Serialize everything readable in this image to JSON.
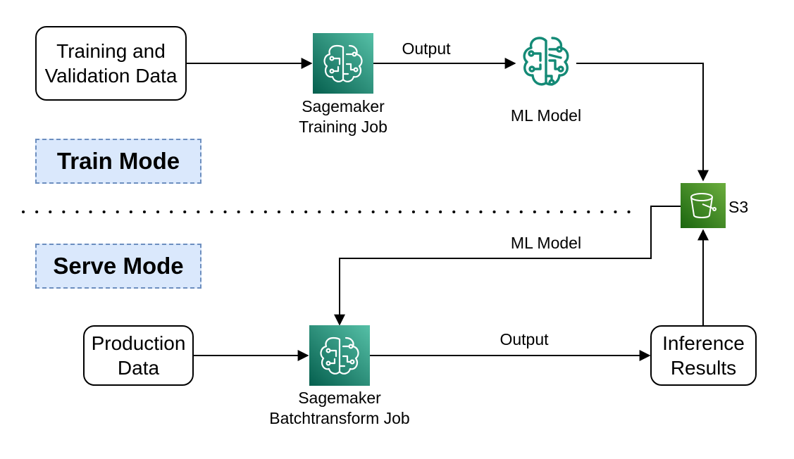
{
  "nodes": {
    "training_data": "Training and\nValidation Data",
    "training_job": "Sagemaker\nTraining Job",
    "ml_model": "ML Model",
    "s3": "S3",
    "production_data": "Production\nData",
    "batch_job": "Sagemaker\nBatchtransform Job",
    "inference_results": "Inference\nResults"
  },
  "modes": {
    "train": "Train Mode",
    "serve": "Serve Mode"
  },
  "edges": {
    "train_output": "Output",
    "model_to_batch": "ML Model",
    "batch_output": "Output"
  },
  "icons": {
    "sagemaker": "sagemaker-brain-icon",
    "ml_model": "ml-model-brain-icon",
    "s3": "s3-bucket-icon"
  },
  "colors": {
    "sagemaker_dark": "#055F4E",
    "sagemaker_light": "#56C0A7",
    "ml_model": "#148A76",
    "s3_dark": "#1B660F",
    "s3_light": "#6CAE3E",
    "mode_fill": "#DAE8FC",
    "mode_border": "#6C8EBF"
  }
}
